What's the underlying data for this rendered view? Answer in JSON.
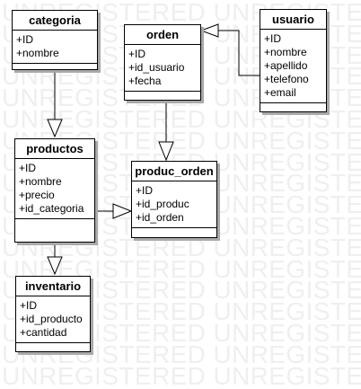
{
  "colors": {
    "line": "#000000",
    "shadow": "#a9a9a9",
    "watermark": "#e0e0e0",
    "background": "#ffffff"
  },
  "watermark": {
    "lines": [
      "UNREGISTERED UNREGISTERED UNREGISTERED",
      "UNREGISTERED UNREGISTERED UNREGISTERED",
      "UNREGISTERED UNREGISTERED UNREGISTERED",
      "UNREGISTERED UNREGISTERED UNREGISTERED",
      "UNREGISTERED UNREGISTERED UNREGISTERED",
      "UNREGISTERED UNREGISTERED UNREGISTERED",
      "UNREGISTERED UNREGISTERED UNREGISTERED",
      "UNREGISTERED UNREGISTERED UNREGISTERED",
      "UNREGISTERED UNREGISTERED UNREGISTERED",
      "UNREGISTERED UNREGISTERED UNREGISTERED",
      "UNREGISTERED UNREGISTERED UNREGISTERED",
      "UNREGISTERED UNREGISTERED UNREGISTERED",
      "UNREGISTERED UNREGISTERED UNREGISTERED",
      "UNREGISTERED UNREGISTERED UNREGISTERED",
      "UNREGISTERED UNREGISTERED UNREGISTERED",
      "UNREGISTERED UNREGISTERED UNREGISTERED",
      "UNREGISTERED UNREGISTERED UNREGISTERED",
      "UNREGISTERED UNREGISTERED UNREGISTERED"
    ]
  },
  "classes": {
    "categoria": {
      "name": "categoria",
      "attributes": [
        "+ID",
        "+nombre"
      ]
    },
    "orden": {
      "name": "orden",
      "attributes": [
        "+ID",
        "+id_usuario",
        "+fecha"
      ]
    },
    "usuario": {
      "name": "usuario",
      "attributes": [
        "+ID",
        "+nombre",
        "+apellido",
        "+telefono",
        "+email"
      ]
    },
    "productos": {
      "name": "productos",
      "attributes": [
        "+ID",
        "+nombre",
        "+precio",
        "+id_categoria"
      ]
    },
    "produc_orden": {
      "name": "produc_orden",
      "attributes": [
        "+ID",
        "+id_produc",
        "+id_orden"
      ]
    },
    "inventario": {
      "name": "inventario",
      "attributes": [
        "+ID",
        "+id_producto",
        "+cantidad"
      ]
    }
  },
  "relations": [
    {
      "from": "categoria",
      "to": "productos",
      "type": "generalization"
    },
    {
      "from": "usuario",
      "to": "orden",
      "type": "generalization"
    },
    {
      "from": "orden",
      "to": "produc_orden",
      "type": "generalization"
    },
    {
      "from": "productos",
      "to": "produc_orden",
      "type": "generalization"
    },
    {
      "from": "productos",
      "to": "inventario",
      "type": "generalization"
    }
  ]
}
